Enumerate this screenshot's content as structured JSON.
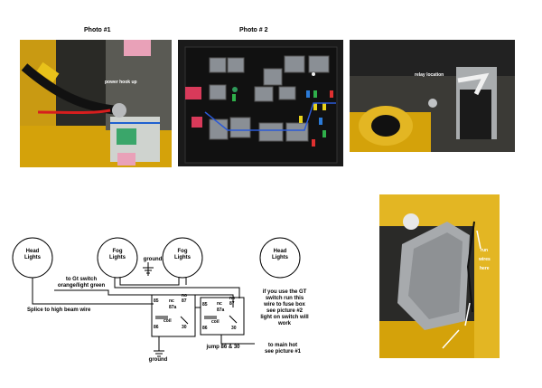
{
  "captions": {
    "photo1": "Photo #1",
    "photo2": "Photo # 2"
  },
  "photo_labels": {
    "power_hook_up": "power hook up",
    "relay_location": "relay location",
    "run_wires_here": "run\nwires\nhere"
  },
  "lights": {
    "head_left": "Head\nLights",
    "fog_1": "Fog\nLights",
    "fog_2": "Fog\nLights",
    "head_right": "Head\nLights"
  },
  "wiring_labels": {
    "ground_top": "ground",
    "gt_switch": "to Gt switch\norange/light green",
    "splice": "Splice to high beam wire",
    "ground_bottom": "ground",
    "jump": "jump 86 & 30",
    "main_hot": "to main hot\nsee picture #1",
    "gt_note": "if you use the GT\nswitch run this\nwire to fuse box\nsee picture #2\nlight on switch will\nwork"
  },
  "relay": {
    "pin_85": "85",
    "pin_nc": "nc",
    "pin_87": "87",
    "pin_no": "no",
    "pin_87a": "87a",
    "pin_coil": "coil",
    "pin_86": "86",
    "pin_30": "30"
  },
  "colors": {
    "photo_yellow": "#d4a20a",
    "fuse_box_black": "#1a1a1a",
    "relay_gray": "#8a8f95",
    "fuse_red": "#d83a5a",
    "wire_blue": "#2b5ad8",
    "bracket_gray": "#a9acae"
  }
}
